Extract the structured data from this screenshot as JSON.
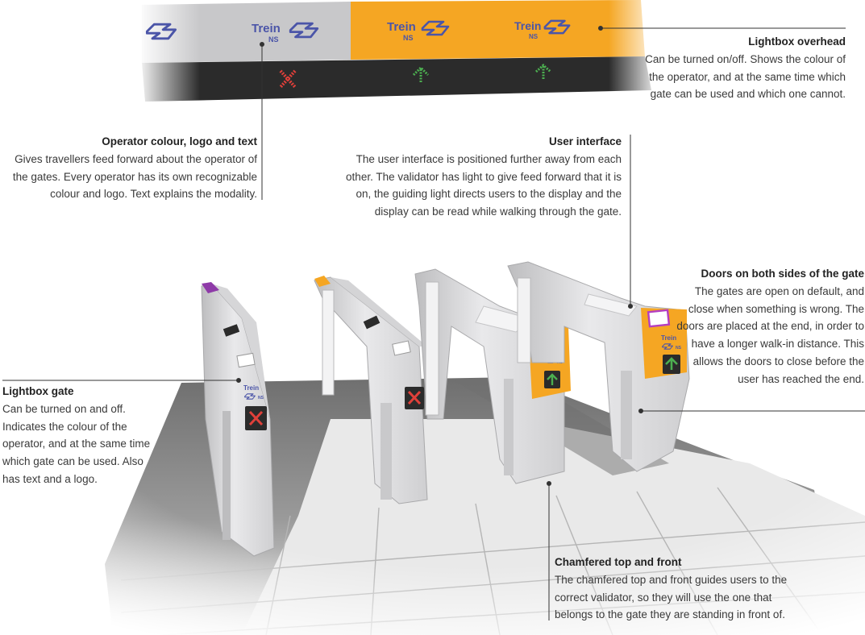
{
  "overhead": {
    "brand": "Trein",
    "sub": "NS",
    "colors": {
      "grey_panel": "#c8c8ca",
      "operator_orange": "#f5a623",
      "lower_bar": "#2b2b2b",
      "logo_blue": "#4b55a8",
      "cross_red": "#e0403a",
      "arrow_green": "#4caf50"
    },
    "signals": [
      "cross",
      "arrow-up",
      "arrow-up"
    ]
  },
  "gate_labels": {
    "brand": "Trein",
    "sub": "NS"
  },
  "annotations": {
    "overhead": {
      "title": "Lightbox overhead",
      "body": "Can be turned on/off. Shows the colour of the operator, and at the same time which gate can be used and which one cannot."
    },
    "operator": {
      "title": "Operator colour, logo and text",
      "body": "Gives travellers feed forward about the operator of the gates. Every operator has its own recognizable colour and logo. Text explains the modality."
    },
    "ui": {
      "title": "User interface",
      "body": "The user interface is positioned further away from each other. The validator has light to give feed forward that it is on, the guiding light directs users to the display and the display can be read while walking through the gate."
    },
    "doors": {
      "title": "Doors on both sides of the gate",
      "body": "The gates are open on default, and close when something is wrong. The doors are placed at the end, in order to have a longer walk-in distance. This allows the doors to close before the user has reached the end."
    },
    "gate": {
      "title": "Lightbox gate",
      "body": "Can be turned on and off. Indicates the colour of the operator, and at the same time which gate can be used. Also has text and a logo."
    },
    "chamfer": {
      "title": "Chamfered top and front",
      "body": "The chamfered top and front guides users to the correct validator, so they will use the one that belongs to the gate they are standing in front of."
    }
  }
}
